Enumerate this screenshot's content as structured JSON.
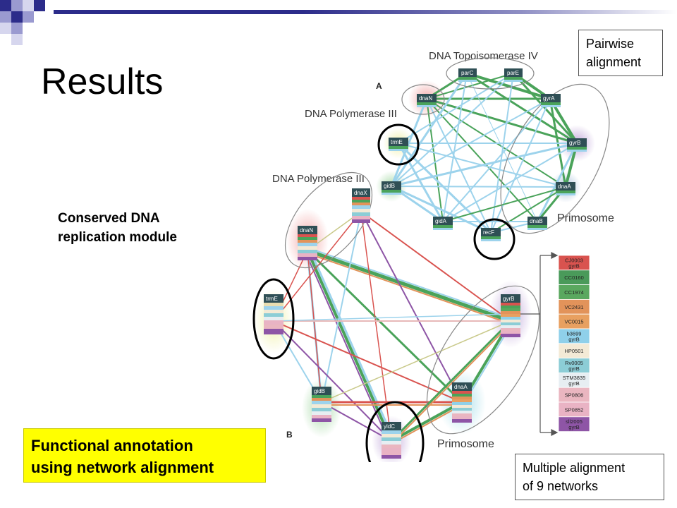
{
  "slide": {
    "title": "Results",
    "caption_lines": [
      "Conserved DNA",
      "replication module"
    ],
    "annotation_lines": [
      "Functional annotation",
      "using network alignment"
    ],
    "pairwise_lines": [
      "Pairwise",
      "alignment"
    ],
    "multiple_lines": [
      "Multiple alignment",
      "of 9 networks"
    ]
  },
  "panel_a": {
    "letter": "A",
    "labels": {
      "topoisomerase": "DNA Topoisomerase IV",
      "polymerase": "DNA Polymerase III",
      "primosome": "Primosome"
    },
    "nodes": [
      "parC",
      "parE",
      "dnaN",
      "gyrA",
      "trmE",
      "gyrB",
      "gidB",
      "dnaA",
      "gidA",
      "recF",
      "dnaB"
    ]
  },
  "panel_b": {
    "letter": "B",
    "labels": {
      "polymerase": "DNA Polymerase III",
      "primosome": "Primosome"
    },
    "nodes": [
      "dnaX",
      "dnaN",
      "trmE",
      "gyrB",
      "gidB",
      "dnaA",
      "yidC"
    ]
  },
  "legend": [
    {
      "lines": [
        "CJ0003",
        "gyrB"
      ],
      "color": "#d9534f"
    },
    {
      "lines": [
        "CC0160"
      ],
      "color": "#4a9a5a"
    },
    {
      "lines": [
        "CC1974"
      ],
      "color": "#5aa85f"
    },
    {
      "lines": [
        "VC2431"
      ],
      "color": "#e2935a"
    },
    {
      "lines": [
        "VC0015"
      ],
      "color": "#e8a060"
    },
    {
      "lines": [
        "b3699",
        "gyrB"
      ],
      "color": "#8fd0ea"
    },
    {
      "lines": [
        "HP0501"
      ],
      "color": "#f3ead6"
    },
    {
      "lines": [
        "Rv0005",
        "gyrB"
      ],
      "color": "#8ccdd6"
    },
    {
      "lines": [
        "STM3835",
        "gyrB"
      ],
      "color": "#e7eef2"
    },
    {
      "lines": [
        "SP0806"
      ],
      "color": "#eab6c0"
    },
    {
      "lines": [
        "SP0852"
      ],
      "color": "#e9b3c4"
    },
    {
      "lines": [
        "sll2005",
        "gyrB"
      ],
      "color": "#8e55a6"
    }
  ]
}
